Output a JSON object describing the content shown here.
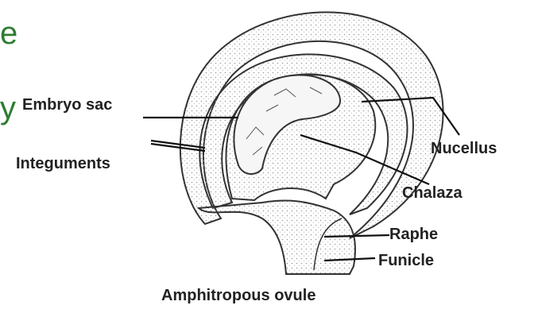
{
  "slide_fragments": {
    "top": "e",
    "middle": "y"
  },
  "diagram": {
    "labels": {
      "embryo_sac": "Embryo sac",
      "integuments": "Integuments",
      "nucellus": "Nucellus",
      "chalaza": "Chalaza",
      "raphe": "Raphe",
      "funicle": "Funicle"
    },
    "caption": "Amphitropous ovule"
  },
  "colors": {
    "accent_text": "#2e7d32",
    "ink": "#222222",
    "stipple": "#d9d9d9"
  }
}
